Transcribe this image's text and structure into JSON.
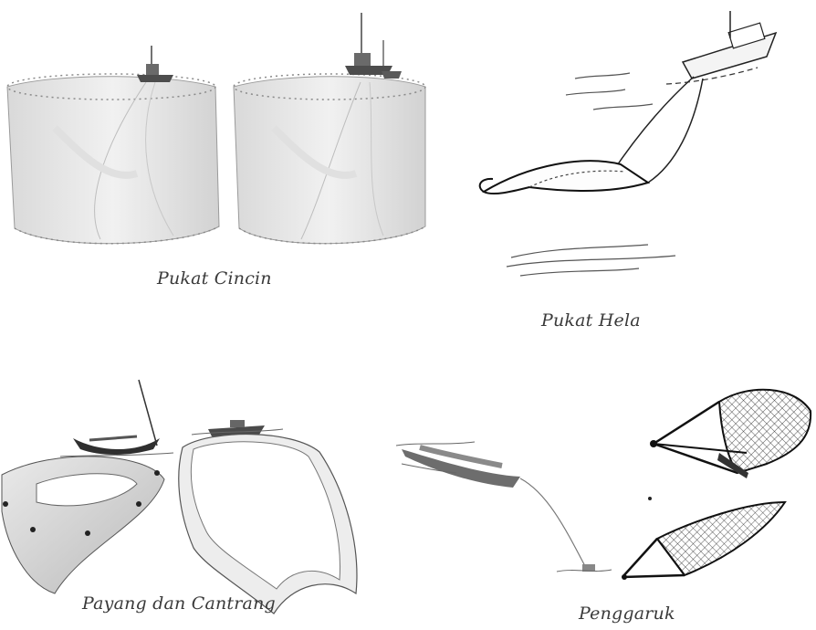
{
  "figures": [
    {
      "id": "purse-seine",
      "caption": "Pukat Cincin",
      "icon": "purse-seine-illustration"
    },
    {
      "id": "trawl",
      "caption": "Pukat Hela",
      "icon": "trawl-net-illustration"
    },
    {
      "id": "seine-nets",
      "caption": "Payang dan Cantrang",
      "icon": "payang-cantrang-illustration"
    },
    {
      "id": "dredge",
      "caption": "Penggaruk",
      "icon": "dredge-illustration"
    }
  ]
}
